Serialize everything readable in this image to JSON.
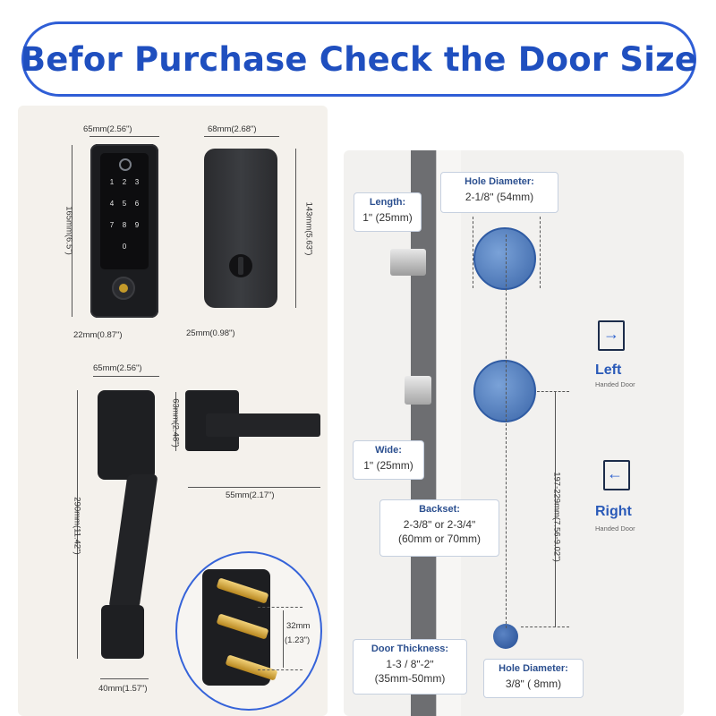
{
  "banner": {
    "title": "Befor Purchase Check the Door Size"
  },
  "left_dims": {
    "keypad_width": "65mm(2.56ʺ)",
    "backplate_width": "68mm(2.68ʺ)",
    "keypad_height": "165mm(6.5ʺ)",
    "backplate_height": "143mm(5.63ʺ)",
    "keypad_depth": "22mm(0.87ʺ)",
    "backplate_depth": "25mm(0.98ʺ)",
    "handle_width": "65mm(2.56ʺ)",
    "lever_height": "63mm(2.48ʺ)",
    "handle_height": "290mm(11.42ʺ)",
    "lever_length": "55mm(2.17ʺ)",
    "screw_spacing": "32mm",
    "screw_spacing_in": "(1.23ʺ)",
    "handle_base": "40mm(1.57ʺ)"
  },
  "right": {
    "length": {
      "title": "Length:",
      "value": "1ʺ (25mm)"
    },
    "hole_diameter_big": {
      "title": "Hole Diameter:",
      "value": "2-1/8ʺ (54mm)"
    },
    "wide": {
      "title": "Wide:",
      "value": "1ʺ (25mm)"
    },
    "backset": {
      "title": "Backset:",
      "value1": "2-3/8ʺ or 2-3/4ʺ",
      "value2": "(60mm or 70mm)"
    },
    "door_thickness": {
      "title": "Door Thickness:",
      "value1": "1-3 / 8ʺ-2ʺ",
      "value2": "(35mm-50mm)"
    },
    "hole_diameter_small": {
      "title": "Hole Diameter:",
      "value": "3/8ʺ ( 8mm)"
    },
    "hole_spacing": "197-229mm(7.56-9.02ʺ)",
    "left_handed": {
      "name": "Left",
      "sub": "Handed Door"
    },
    "right_handed": {
      "name": "Right",
      "sub": "Handed Door"
    }
  },
  "keypad_keys": [
    "1",
    "2",
    "3",
    "4",
    "5",
    "6",
    "7",
    "8",
    "9",
    "0"
  ],
  "colors": {
    "accent": "#2f5ed6",
    "title_text": "#1f4fbf",
    "hole_blue": "#3a65a8",
    "lock_black": "#1b1c1f",
    "brass": "#c49a2a"
  }
}
